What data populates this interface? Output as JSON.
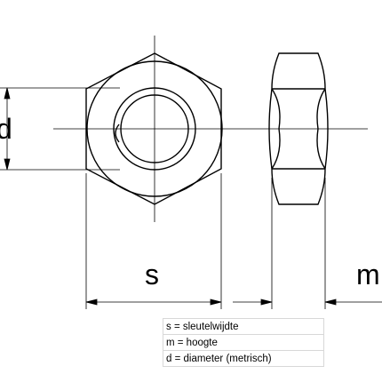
{
  "diagram": {
    "labels": {
      "d": "d",
      "s": "s",
      "m": "m"
    },
    "colors": {
      "stroke": "#000000",
      "background": "#ffffff",
      "legend_border": "#d8d8d8"
    }
  },
  "legend": {
    "rows": [
      "s = sleutelwijdte",
      "m = hoogte",
      "d = diameter (metrisch)"
    ]
  }
}
